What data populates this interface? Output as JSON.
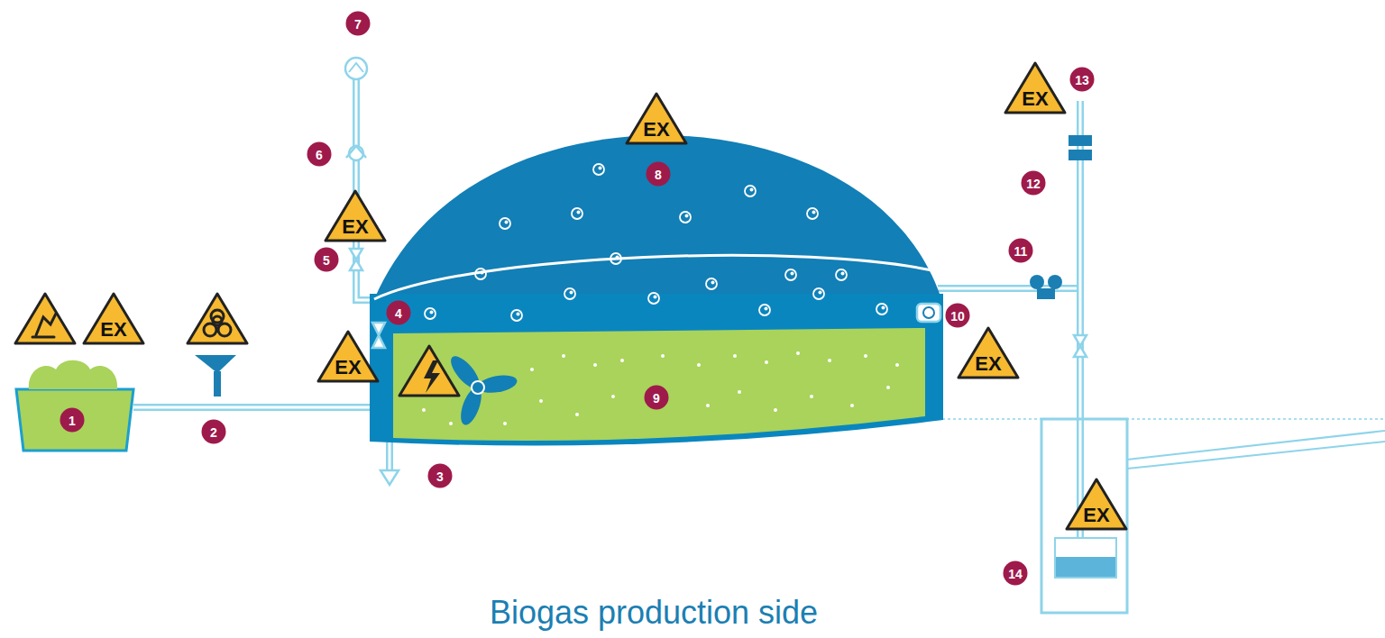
{
  "diagram": {
    "caption": "Biogas production side",
    "labels": [
      "EX",
      "1",
      "2",
      "3",
      "EX",
      "4",
      "5",
      "EX",
      "6",
      "7",
      "EX",
      "8",
      "9",
      "EX",
      "10",
      "11",
      "12",
      "EX",
      "13",
      "14",
      "EX"
    ]
  }
}
